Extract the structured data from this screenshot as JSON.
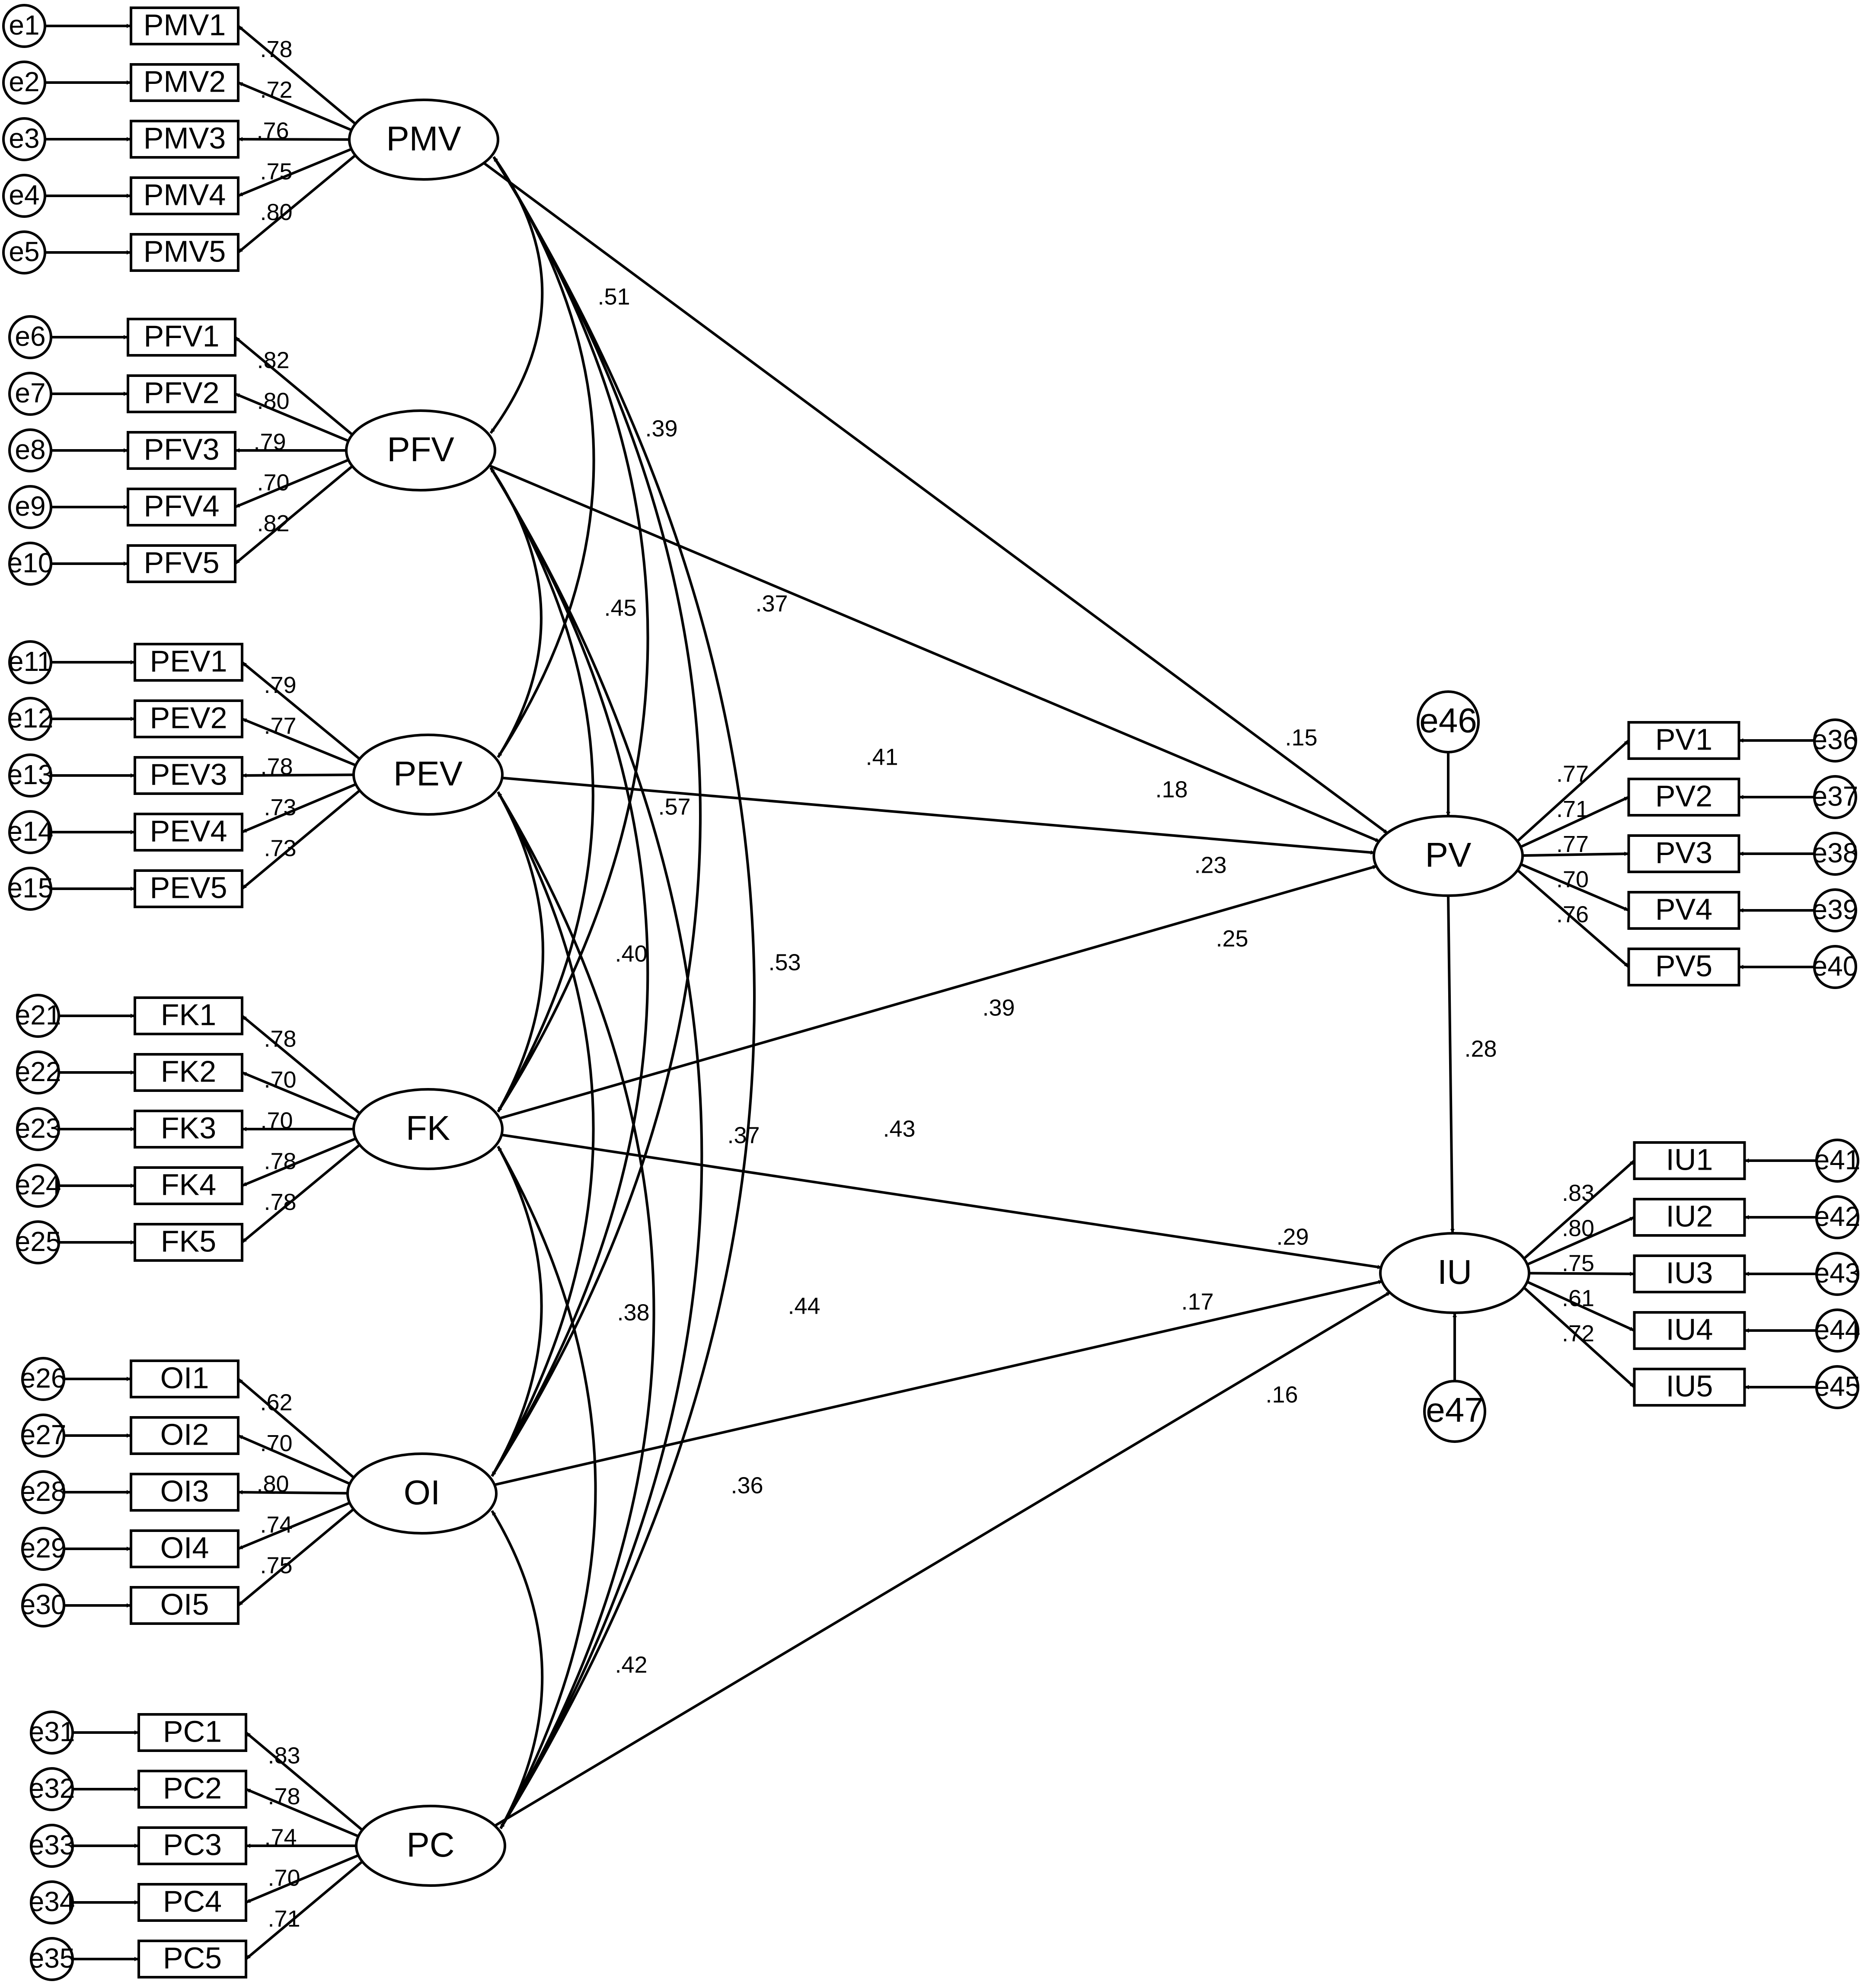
{
  "latents": [
    {
      "id": "PMV",
      "label": "PMV"
    },
    {
      "id": "PFV",
      "label": "PFV"
    },
    {
      "id": "PEV",
      "label": "PEV"
    },
    {
      "id": "FK",
      "label": "FK"
    },
    {
      "id": "OI",
      "label": "OI"
    },
    {
      "id": "PC",
      "label": "PC"
    },
    {
      "id": "PV",
      "label": "PV"
    },
    {
      "id": "IU",
      "label": "IU"
    }
  ],
  "indicators": [
    {
      "id": "PMV1",
      "label": "PMV1",
      "factor": "PMV",
      "error": "e1",
      "loading": ".78"
    },
    {
      "id": "PMV2",
      "label": "PMV2",
      "factor": "PMV",
      "error": "e2",
      "loading": ".72"
    },
    {
      "id": "PMV3",
      "label": "PMV3",
      "factor": "PMV",
      "error": "e3",
      "loading": ".76"
    },
    {
      "id": "PMV4",
      "label": "PMV4",
      "factor": "PMV",
      "error": "e4",
      "loading": ".75"
    },
    {
      "id": "PMV5",
      "label": "PMV5",
      "factor": "PMV",
      "error": "e5",
      "loading": ".80"
    },
    {
      "id": "PFV1",
      "label": "PFV1",
      "factor": "PFV",
      "error": "e6",
      "loading": ".82"
    },
    {
      "id": "PFV2",
      "label": "PFV2",
      "factor": "PFV",
      "error": "e7",
      "loading": ".80"
    },
    {
      "id": "PFV3",
      "label": "PFV3",
      "factor": "PFV",
      "error": "e8",
      "loading": ".79"
    },
    {
      "id": "PFV4",
      "label": "PFV4",
      "factor": "PFV",
      "error": "e9",
      "loading": ".70"
    },
    {
      "id": "PFV5",
      "label": "PFV5",
      "factor": "PFV",
      "error": "e10",
      "loading": ".82"
    },
    {
      "id": "PEV1",
      "label": "PEV1",
      "factor": "PEV",
      "error": "e11",
      "loading": ".79"
    },
    {
      "id": "PEV2",
      "label": "PEV2",
      "factor": "PEV",
      "error": "e12",
      "loading": ".77"
    },
    {
      "id": "PEV3",
      "label": "PEV3",
      "factor": "PEV",
      "error": "e13",
      "loading": ".78"
    },
    {
      "id": "PEV4",
      "label": "PEV4",
      "factor": "PEV",
      "error": "e14",
      "loading": ".73"
    },
    {
      "id": "PEV5",
      "label": "PEV5",
      "factor": "PEV",
      "error": "e15",
      "loading": ".73"
    },
    {
      "id": "FK1",
      "label": "FK1",
      "factor": "FK",
      "error": "e21",
      "loading": ".78"
    },
    {
      "id": "FK2",
      "label": "FK2",
      "factor": "FK",
      "error": "e22",
      "loading": ".70"
    },
    {
      "id": "FK3",
      "label": "FK3",
      "factor": "FK",
      "error": "e23",
      "loading": ".70"
    },
    {
      "id": "FK4",
      "label": "FK4",
      "factor": "FK",
      "error": "e24",
      "loading": ".78"
    },
    {
      "id": "FK5",
      "label": "FK5",
      "factor": "FK",
      "error": "e25",
      "loading": ".78"
    },
    {
      "id": "OI1",
      "label": "OI1",
      "factor": "OI",
      "error": "e26",
      "loading": ".62"
    },
    {
      "id": "OI2",
      "label": "OI2",
      "factor": "OI",
      "error": "e27",
      "loading": ".70"
    },
    {
      "id": "OI3",
      "label": "OI3",
      "factor": "OI",
      "error": "e28",
      "loading": ".80"
    },
    {
      "id": "OI4",
      "label": "OI4",
      "factor": "OI",
      "error": "e29",
      "loading": ".74"
    },
    {
      "id": "OI5",
      "label": "OI5",
      "factor": "OI",
      "error": "e30",
      "loading": ".75"
    },
    {
      "id": "PC1",
      "label": "PC1",
      "factor": "PC",
      "error": "e31",
      "loading": ".83"
    },
    {
      "id": "PC2",
      "label": "PC2",
      "factor": "PC",
      "error": "e32",
      "loading": ".78"
    },
    {
      "id": "PC3",
      "label": "PC3",
      "factor": "PC",
      "error": "e33",
      "loading": ".74"
    },
    {
      "id": "PC4",
      "label": "PC4",
      "factor": "PC",
      "error": "e34",
      "loading": ".70"
    },
    {
      "id": "PC5",
      "label": "PC5",
      "factor": "PC",
      "error": "e35",
      "loading": ".71"
    },
    {
      "id": "PV1",
      "label": "PV1",
      "factor": "PV",
      "error": "e36",
      "loading": ".77"
    },
    {
      "id": "PV2",
      "label": "PV2",
      "factor": "PV",
      "error": "e37",
      "loading": ".71"
    },
    {
      "id": "PV3",
      "label": "PV3",
      "factor": "PV",
      "error": "e38",
      "loading": ".77"
    },
    {
      "id": "PV4",
      "label": "PV4",
      "factor": "PV",
      "error": "e39",
      "loading": ".70"
    },
    {
      "id": "PV5",
      "label": "PV5",
      "factor": "PV",
      "error": "e40",
      "loading": ".76"
    },
    {
      "id": "IU1",
      "label": "IU1",
      "factor": "IU",
      "error": "e41",
      "loading": ".83"
    },
    {
      "id": "IU2",
      "label": "IU2",
      "factor": "IU",
      "error": "e42",
      "loading": ".80"
    },
    {
      "id": "IU3",
      "label": "IU3",
      "factor": "IU",
      "error": "e43",
      "loading": ".75"
    },
    {
      "id": "IU4",
      "label": "IU4",
      "factor": "IU",
      "error": "e44",
      "loading": ".61"
    },
    {
      "id": "IU5",
      "label": "IU5",
      "factor": "IU",
      "error": "e45",
      "loading": ".72"
    }
  ],
  "disturbances": [
    {
      "id": "e46",
      "label": "e46",
      "target": "PV"
    },
    {
      "id": "e47",
      "label": "e47",
      "target": "IU"
    }
  ],
  "covariances": [
    {
      "from": "PMV",
      "to": "PFV",
      "value": ".51"
    },
    {
      "from": "PMV",
      "to": "PEV",
      "value": ".39"
    },
    {
      "from": "PMV",
      "to": "FK",
      "value": ".37"
    },
    {
      "from": "PMV",
      "to": "OI",
      "value": ".41"
    },
    {
      "from": "PMV",
      "to": "PC",
      "value": ".39"
    },
    {
      "from": "PFV",
      "to": "PEV",
      "value": ".45"
    },
    {
      "from": "PFV",
      "to": "FK",
      "value": ".57"
    },
    {
      "from": "PFV",
      "to": "OI",
      "value": ".53"
    },
    {
      "from": "PFV",
      "to": "PC",
      "value": ".43"
    },
    {
      "from": "PEV",
      "to": "FK",
      "value": ".40"
    },
    {
      "from": "PEV",
      "to": "OI",
      "value": ".37"
    },
    {
      "from": "PEV",
      "to": "PC",
      "value": ".44"
    },
    {
      "from": "FK",
      "to": "OI",
      "value": ".38"
    },
    {
      "from": "FK",
      "to": "PC",
      "value": ".36"
    },
    {
      "from": "OI",
      "to": "PC",
      "value": ".42"
    }
  ],
  "paths": [
    {
      "from": "PMV",
      "to": "PV",
      "value": ".15"
    },
    {
      "from": "PFV",
      "to": "PV",
      "value": ".18"
    },
    {
      "from": "PEV",
      "to": "PV",
      "value": ".23"
    },
    {
      "from": "FK",
      "to": "PV",
      "value": ".25"
    },
    {
      "from": "PV",
      "to": "IU",
      "value": ".28"
    },
    {
      "from": "FK",
      "to": "IU",
      "value": ".29"
    },
    {
      "from": "OI",
      "to": "IU",
      "value": ".17"
    },
    {
      "from": "PC",
      "to": "IU",
      "value": ".16"
    }
  ]
}
